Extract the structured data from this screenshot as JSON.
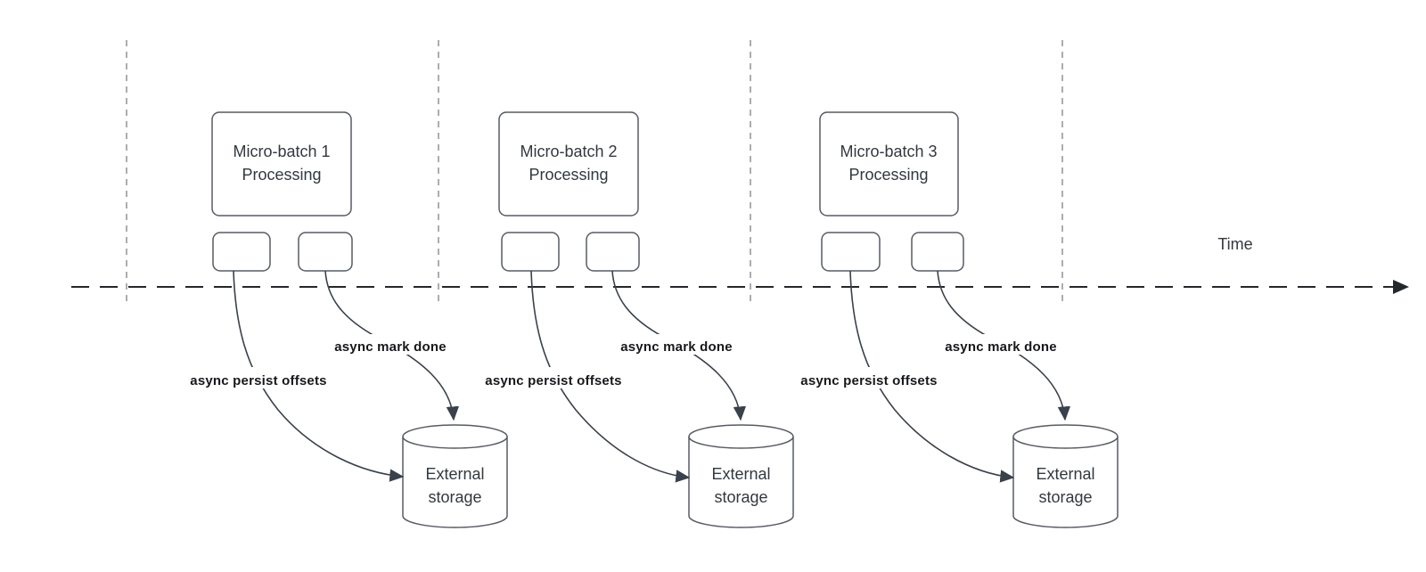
{
  "diagram": {
    "time_axis_label": "Time",
    "groups": [
      {
        "box_label_line1": "Micro-batch 1",
        "box_label_line2": "Processing",
        "persist_arrow_label": "async persist offsets",
        "mark_done_arrow_label": "async mark done",
        "storage_label_line1": "External",
        "storage_label_line2": "storage"
      },
      {
        "box_label_line1": "Micro-batch 2",
        "box_label_line2": "Processing",
        "persist_arrow_label": "async persist offsets",
        "mark_done_arrow_label": "async mark done",
        "storage_label_line1": "External",
        "storage_label_line2": "storage"
      },
      {
        "box_label_line1": "Micro-batch 3",
        "box_label_line2": "Processing",
        "persist_arrow_label": "async persist offsets",
        "mark_done_arrow_label": "async mark done",
        "storage_label_line1": "External",
        "storage_label_line2": "storage"
      }
    ],
    "colors": {
      "background": "#ffffff",
      "shape_stroke": "#565b63",
      "connector": "#3a414b",
      "timeline": "#23272c",
      "gridline": "#95999e",
      "shape_text": "#33383f",
      "connector_label_text": "#16181b"
    }
  }
}
